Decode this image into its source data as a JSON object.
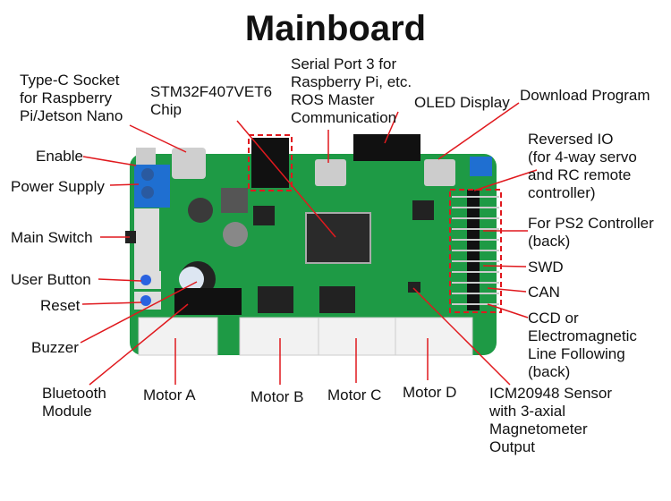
{
  "title": "Mainboard",
  "labels": {
    "typec": "Type-C Socket\nfor Raspberry\nPi/Jetson Nano",
    "stm32": "STM32F407VET6\nChip",
    "serial": "Serial Port 3 for\nRaspberry Pi, etc.\nROS Master\nCommunication",
    "oled": "OLED Display",
    "download": "Download Program",
    "reversed_io": "Reversed IO\n(for 4-way servo\nand RC remote\ncontroller)",
    "ps2": "For PS2 Controller\n(back)",
    "swd": "SWD",
    "can": "CAN",
    "ccd": "CCD or\nElectromagnetic\nLine Following\n(back)",
    "icm": "ICM20948 Sensor\nwith 3-axial\nMagnetometer\nOutput",
    "motor_d": "Motor D",
    "motor_c": "Motor C",
    "motor_b": "Motor B",
    "motor_a": "Motor A",
    "bluetooth": "Bluetooth\nModule",
    "buzzer": "Buzzer",
    "reset": "Reset",
    "user_button": "User Button",
    "main_switch": "Main Switch",
    "power_supply": "Power Supply",
    "enable": "Enable"
  },
  "colors": {
    "board": "#1e9a45",
    "leader": "#e0191e",
    "terminal": "#1f6fd1"
  }
}
